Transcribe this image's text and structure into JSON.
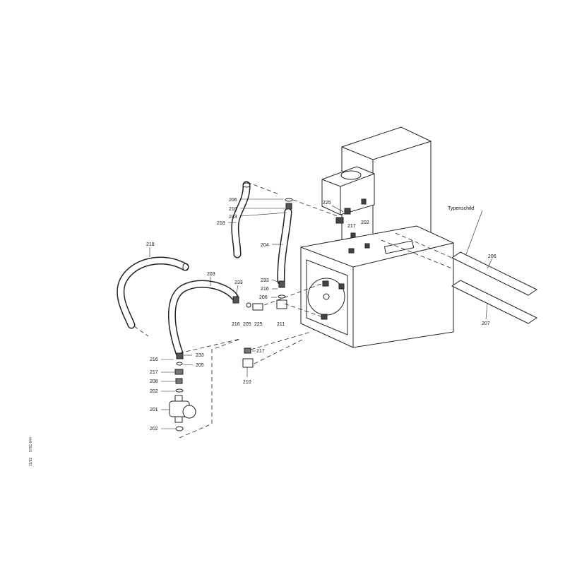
{
  "drawing": {
    "labels": {
      "l206a": "206",
      "l216a": "216",
      "l233a": "233",
      "l218a": "218",
      "l204": "204",
      "l218b": "218",
      "l203": "203",
      "l233b": "233",
      "l233c": "233",
      "l216b": "216",
      "l206b": "206",
      "l216c": "216",
      "l205a": "205",
      "l225a": "225",
      "l211": "211",
      "l225b": "225",
      "l217a": "217",
      "l202a": "202",
      "typenschild": "Typenschild",
      "l206c": "206",
      "l207": "207",
      "l217b": "217",
      "l210": "210",
      "l216d": "216",
      "l233d": "233",
      "l205b": "205",
      "l217c": "217",
      "l208": "208",
      "l202b": "202",
      "l201": "201",
      "l202c": "202"
    },
    "side_code": "5781 644",
    "side_date": "11/92"
  }
}
